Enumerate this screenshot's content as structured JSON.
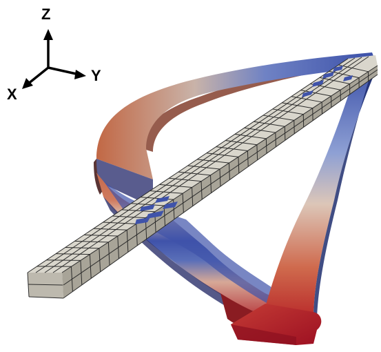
{
  "axes": {
    "z_label": "Z",
    "y_label": "Y",
    "x_label": "X"
  },
  "colors": {
    "colormap_low": "#3a4fa8",
    "colormap_mid": "#d8d4cc",
    "colormap_high": "#b1222b",
    "mesh_fill": "#d9d6cc",
    "mesh_lines": "#2a2a2a"
  },
  "scene": {
    "objects": [
      "deformed-beam-colored",
      "meshed-straight-beam"
    ]
  }
}
